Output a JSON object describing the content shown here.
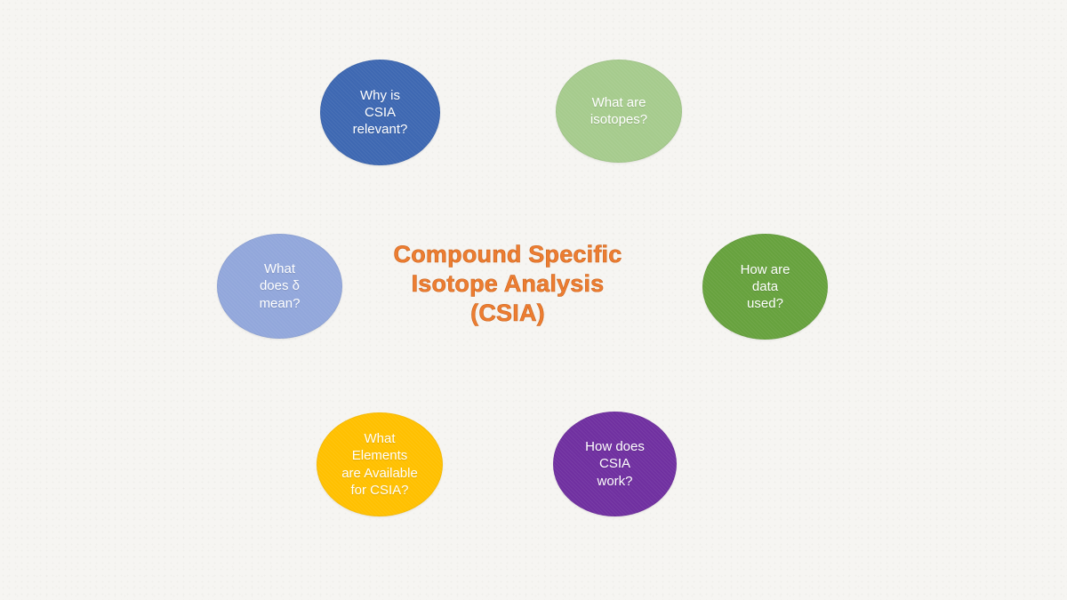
{
  "title": {
    "text": "Compound Specific\nIsotope Analysis\n(CSIA)",
    "color": "#ED7D31"
  },
  "background_color": "#F6F5F2",
  "bubbles": [
    {
      "id": "why-csia-relevant",
      "label": "Why is\nCSIA\nrelevant?",
      "color": "#3E68B2"
    },
    {
      "id": "what-are-isotopes",
      "label": "What are\nisotopes?",
      "color": "#A6CB8D"
    },
    {
      "id": "what-does-delta-mean",
      "label": "What\ndoes δ\nmean?",
      "color": "#92A7DB"
    },
    {
      "id": "how-are-data-used",
      "label": "How are\ndata\nused?",
      "color": "#67A23E"
    },
    {
      "id": "what-elements-available",
      "label": "What\nElements\nare Available\nfor CSIA?",
      "color": "#FFC000"
    },
    {
      "id": "how-does-csia-work",
      "label": "How does\nCSIA\nwork?",
      "color": "#7030A0"
    }
  ]
}
